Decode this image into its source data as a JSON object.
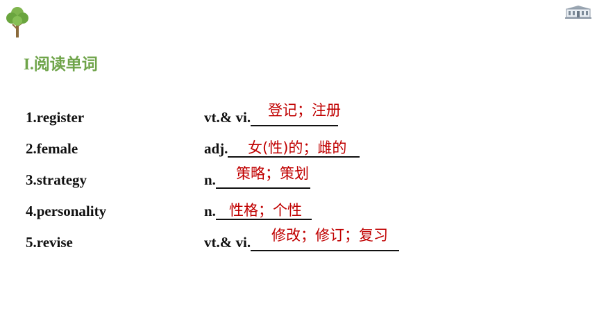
{
  "section": {
    "title": "I.阅读单词"
  },
  "icons": {
    "left": "tree-icon",
    "right": "building-icon"
  },
  "colors": {
    "title": "#6fa44a",
    "answer": "#c00000",
    "text": "#111111"
  },
  "vocab": [
    {
      "word": "1.register",
      "pos": "vt.& vi.",
      "answer": "登记；注册"
    },
    {
      "word": "2.female",
      "pos": "adj.",
      "answer": "女(性)的；雌的"
    },
    {
      "word": "3.strategy",
      "pos": "n.",
      "answer": "策略；策划"
    },
    {
      "word": "4.personality",
      "pos": "n.",
      "answer": "性格；个性"
    },
    {
      "word": "5.revise",
      "pos": "vt.& vi.",
      "answer": "修改；修订；复习"
    }
  ]
}
